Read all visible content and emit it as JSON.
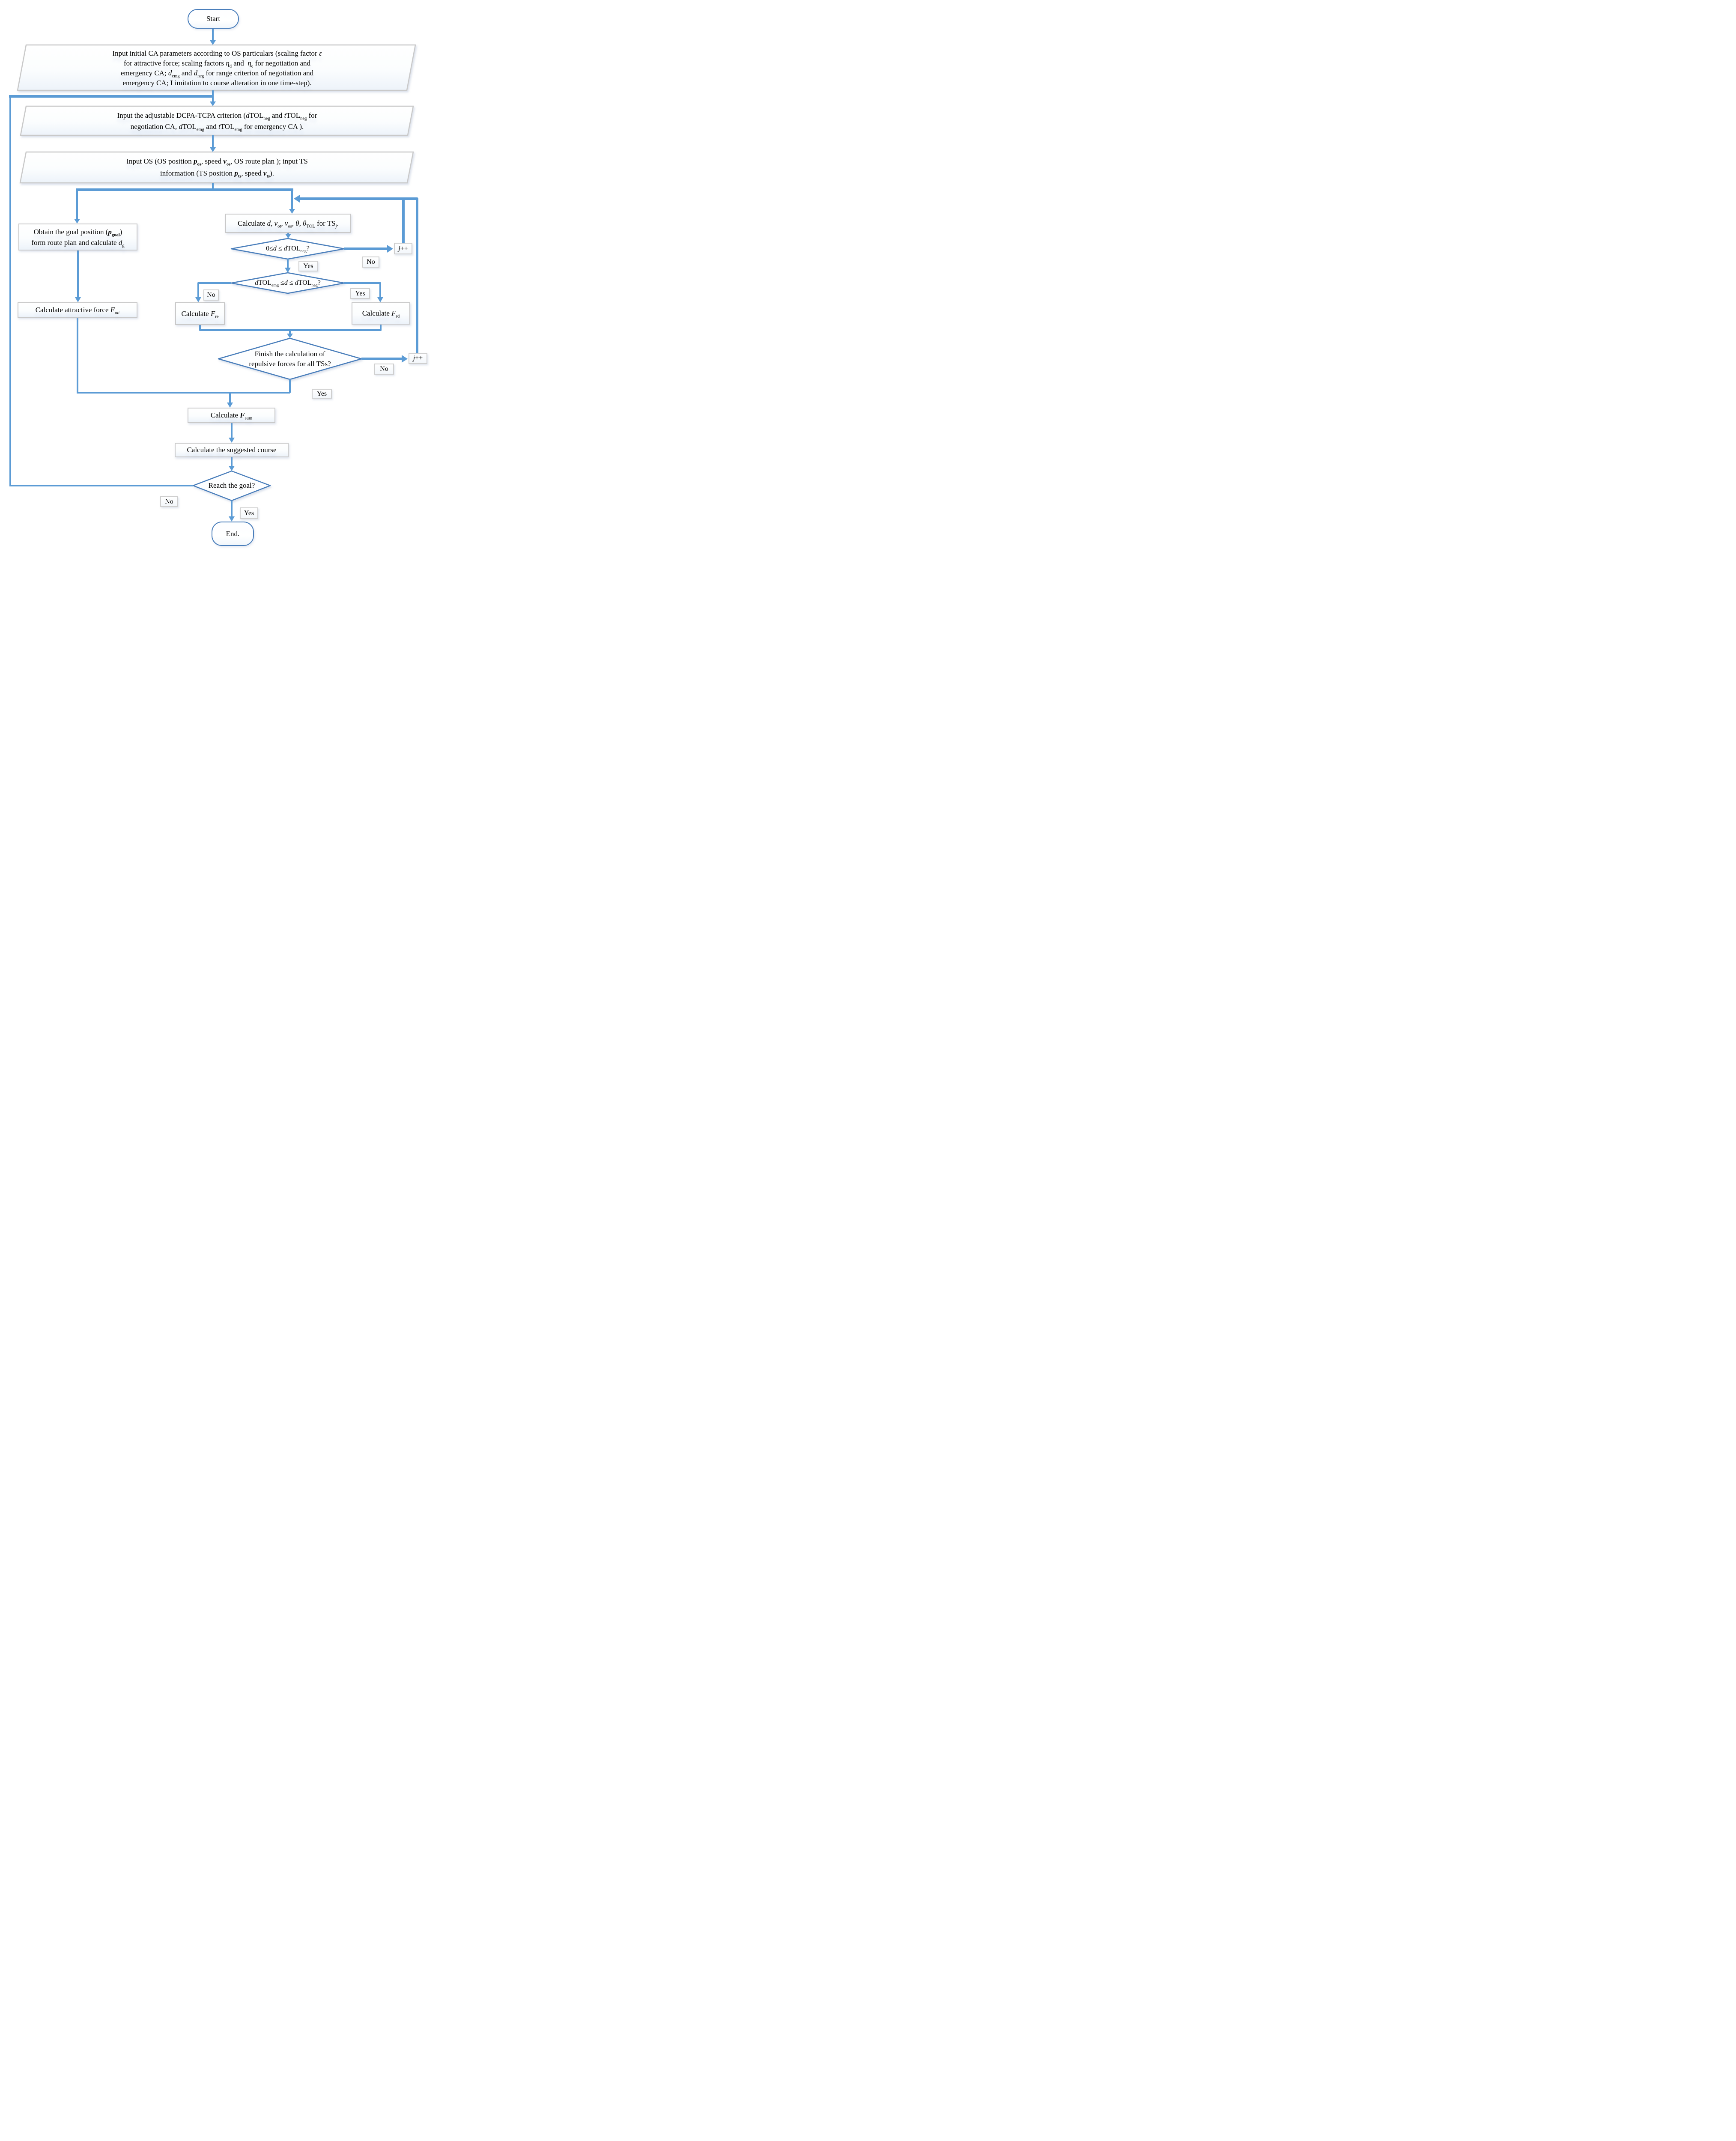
{
  "colors": {
    "connector": "#5b9bd5",
    "shape_outline": "#4a7ebb",
    "box_border": "#c9c9c9",
    "text": "#000000"
  },
  "nodes": {
    "start": {
      "label": "Start"
    },
    "input_params": {
      "line1": "Input initial CA parameters according to OS particulars (scaling factor <i>ε</i>",
      "line2": "for attractive force; scaling factors <i>η</i><sub>d</sub> and&nbsp; <i>η</i><sub>e</sub> for negotiation and",
      "line3": "emergency CA; <i>d</i><sub>emg</sub> and <i>d</i><sub>neg</sub> for range criterion of negotiation and",
      "line4": "emergency CA; Limitation to course alteration in one time-step)."
    },
    "input_criterion": {
      "line1": "Input the adjustable DCPA-TCPA criterion (<i>d</i>TOL<sub>neg</sub> and <i>t</i>TOL<sub>neg</sub> for",
      "line2": "negotiation CA, <i>d</i>TOL<sub>emg</sub> and <i>t</i>TOL<sub>emg</sub> for emergency CA )."
    },
    "input_os_ts": {
      "line1": "Input OS (OS position <b><i>p</i></b><sub><b>os</b></sub>, speed <b><i>v</i></b><sub><b>os</b></sub>, OS route plan ); input TS",
      "line2": "information (TS position <b><i>p</i></b><sub><b>ts</b></sub>, speed <b><i>v</i></b><sub><b>ts</b></sub>)."
    },
    "obtain_goal": {
      "line1": "Obtain the goal position (<b><i>p</i></b><sub><b>goal</b></sub>)",
      "line2": "form route plan and calculate <i>d</i><sub>g</sub>"
    },
    "calc_ts_params": {
      "label": "Calculate <i>d</i>, <i>v</i><sub>ot</sub>, <i>v</i><sub>os</sub>, <i>θ</i>, <i>θ</i><sub>TOL</sub> for TS<sub><i>j</i></sub>."
    },
    "decision_neg_range": {
      "label": "0≤<i>d</i> ≤ <i>d</i>TOL<sub>neg</sub>?"
    },
    "increment_j_top": {
      "label": "<i>j</i>++"
    },
    "decision_emg_range": {
      "label": "<i>d</i>TOL<sub>emg</sub> ≤<i>d</i> ≤ <i>d</i>TOL<sub>neg</sub>?"
    },
    "calc_fre": {
      "label": "Calculate <i>F</i><sub>re</sub>"
    },
    "calc_frd": {
      "label": "Calculate <i>F</i><sub>rd</sub>"
    },
    "calc_fatt": {
      "label": "Calculate attractive force <i>F<sub>att</sub></i>"
    },
    "decision_all_ts": {
      "label": "Finish the calculation of<br>repulsive forces for all TSs?"
    },
    "increment_j_mid": {
      "label": "<i>j</i>++"
    },
    "calc_fsum": {
      "label": "Calculate <b><i>F</i></b><sub>sum</sub>"
    },
    "calc_course": {
      "label": "Calculate the suggested course"
    },
    "decision_goal": {
      "label": "Reach the goal?"
    },
    "end": {
      "label": "End."
    }
  },
  "edge_labels": {
    "neg_yes": "Yes",
    "neg_no": "No",
    "emg_no": "No",
    "emg_yes": "Yes",
    "all_ts_no": "No",
    "all_ts_yes": "Yes",
    "goal_no": "No",
    "goal_yes": "Yes"
  }
}
